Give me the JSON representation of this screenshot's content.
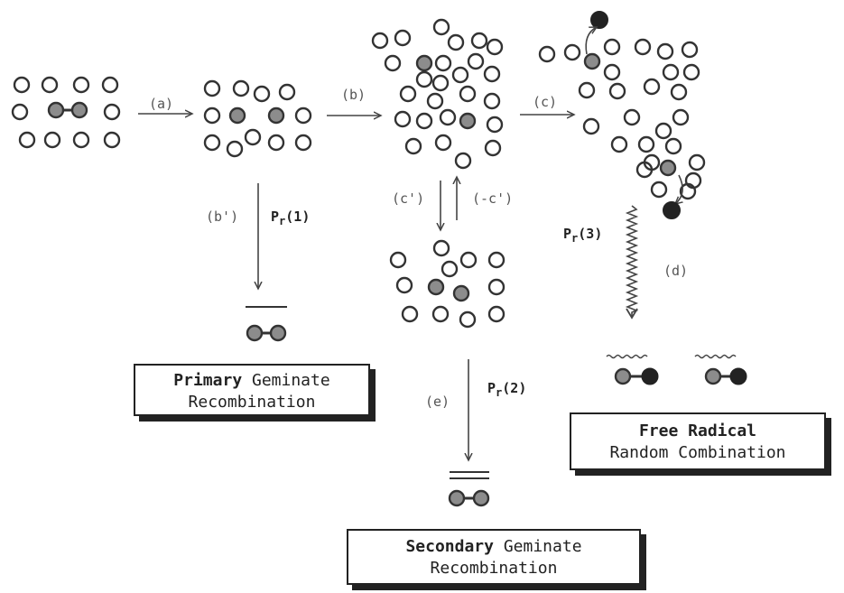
{
  "steps": {
    "a": "(a)",
    "b": "(b)",
    "c": "(c)",
    "b_prime": "(b')",
    "c_prime": "(c')",
    "neg_c_prime": "(-c')",
    "d": "(d)",
    "e": "(e)"
  },
  "probabilities": {
    "pr1": {
      "symbol": "P",
      "sub": "r",
      "arg": "(1)"
    },
    "pr2": {
      "symbol": "P",
      "sub": "r",
      "arg": "(2)"
    },
    "pr3": {
      "symbol": "P",
      "sub": "r",
      "arg": "(3)"
    }
  },
  "outcomes": {
    "primary": {
      "bold": "Primary",
      "rest": " Geminate",
      "line2": "Recombination"
    },
    "secondary": {
      "bold": "Secondary",
      "rest": " Geminate",
      "line2": "Recombination"
    },
    "free": {
      "bold": "Free Radical",
      "line2": "Random Combination"
    }
  },
  "colors": {
    "background": "#ffffff",
    "solvent": "#ffffff",
    "radical": "#8c8c8c",
    "free_radical": "#222222",
    "ink": "#333333"
  }
}
